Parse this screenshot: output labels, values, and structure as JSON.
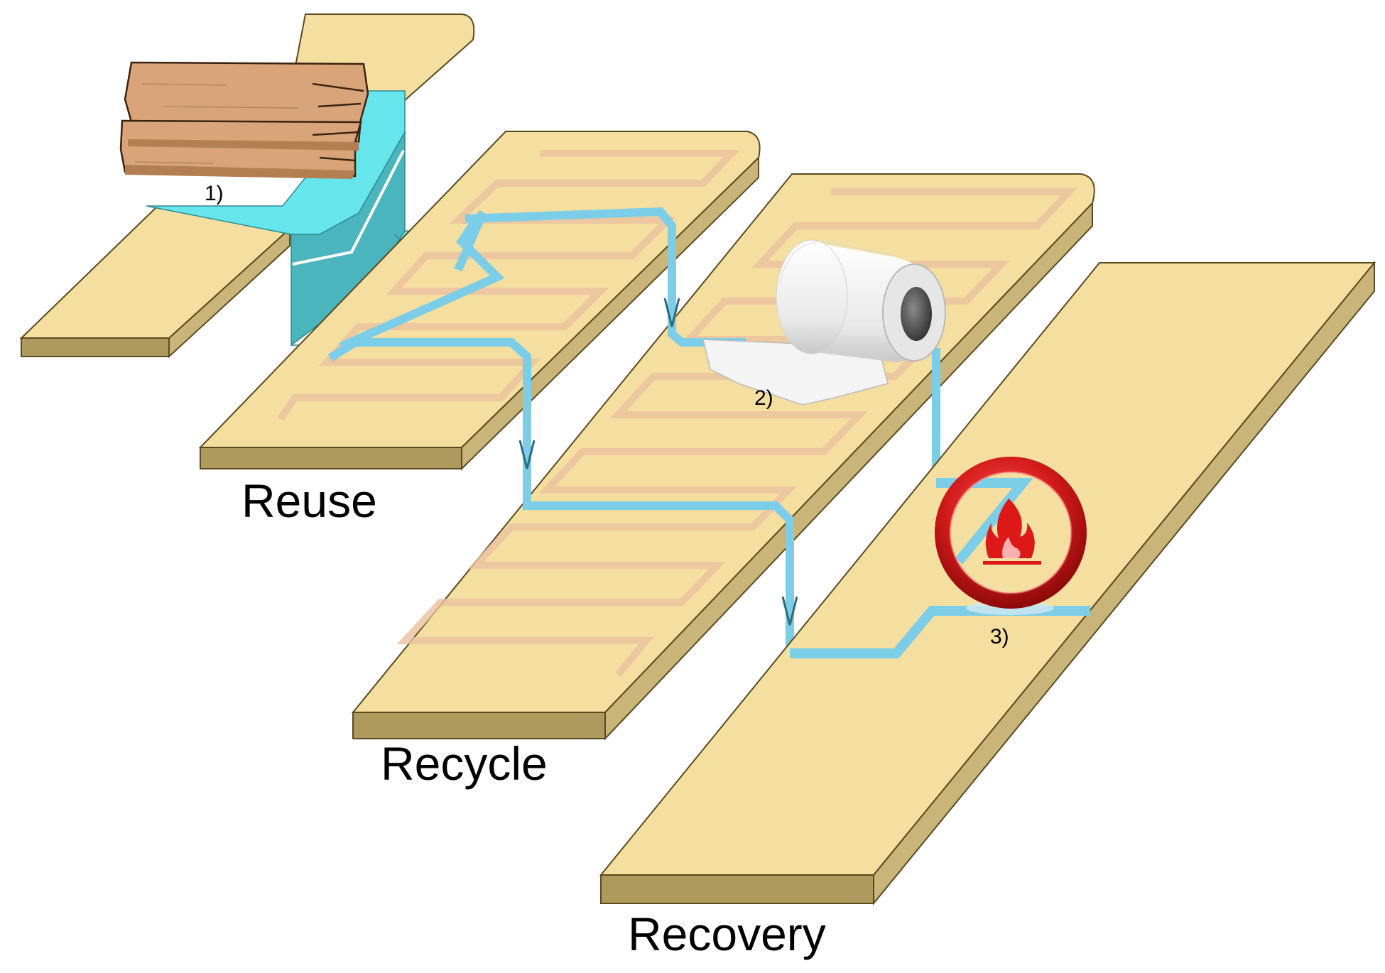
{
  "labels": {
    "stages": [
      "Reuse",
      "Recycle",
      "Recovery"
    ],
    "steps": [
      "1)",
      "2)",
      "3)"
    ]
  },
  "icons": {
    "step1": "wood-planks-icon",
    "step2": "paper-roll-icon",
    "step3": "no-fire-icon"
  },
  "colors": {
    "board_top": "#f5dfa0",
    "board_side": "#ad9a5c",
    "flow": "#7ccde8",
    "flow_dark": "#4ab5bd",
    "flow_light": "#66e6ec",
    "wood": "#d9a47a",
    "fire_ring": "#cc1111"
  }
}
